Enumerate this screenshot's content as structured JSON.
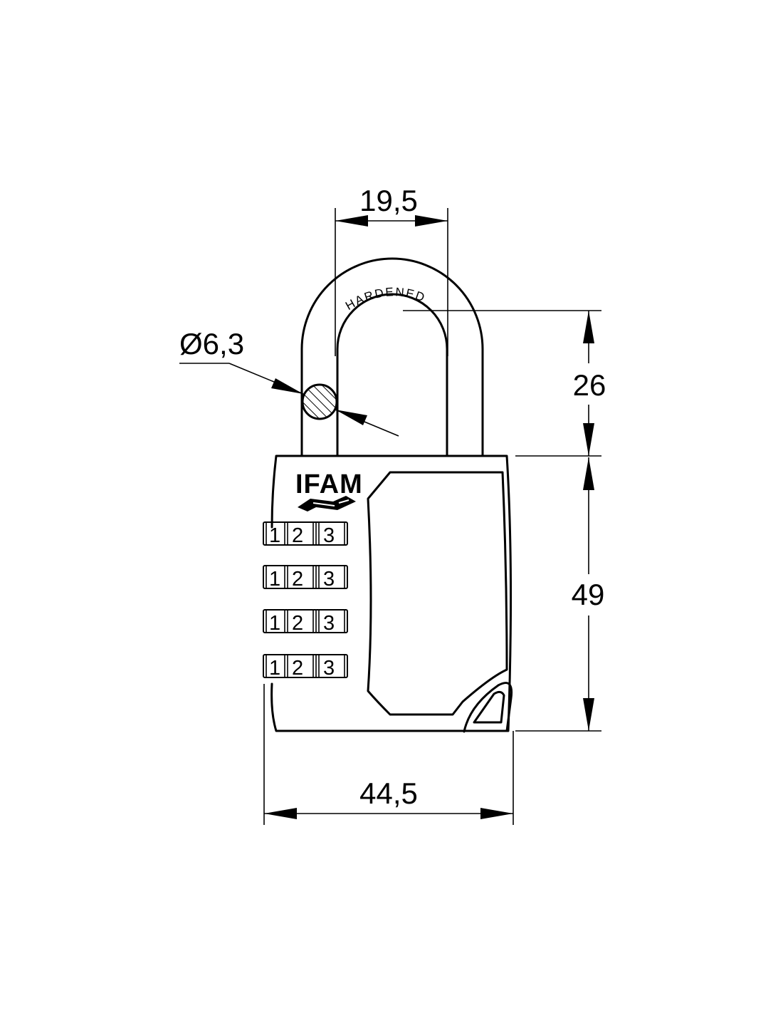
{
  "brand": {
    "name": "IFAM"
  },
  "shackle": {
    "engraving": "HARDENED"
  },
  "dimensions": {
    "shackle_inner_width": "19,5",
    "shackle_diameter": "Ø6,3",
    "shackle_clearance": "26",
    "body_height": "49",
    "body_width": "44,5"
  },
  "combination_wheels": [
    {
      "digits": [
        "1",
        "2",
        "3"
      ]
    },
    {
      "digits": [
        "1",
        "2",
        "3"
      ]
    },
    {
      "digits": [
        "1",
        "2",
        "3"
      ]
    },
    {
      "digits": [
        "1",
        "2",
        "3"
      ]
    }
  ],
  "colors": {
    "line": "#000000",
    "background": "#ffffff"
  }
}
